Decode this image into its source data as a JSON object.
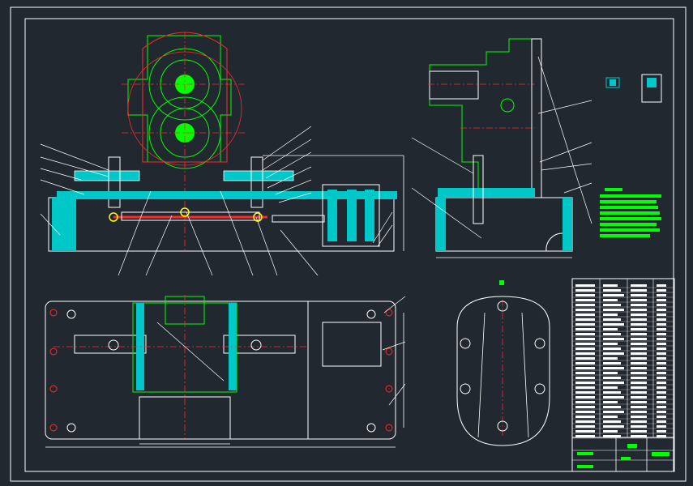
{
  "drawing": {
    "colors": {
      "background": "#212830",
      "outline": "#ffffff",
      "part": "#00ff00",
      "section_hatch": "#00c8c8",
      "centerline": "#ff2a2a",
      "leader": "#ffffff",
      "note_block": "#00ff00"
    },
    "views": [
      "front-section-view",
      "side-section-view",
      "detail-views",
      "top-view",
      "base-plate-view"
    ],
    "title_block_label": "",
    "technical_notes_label": ""
  }
}
